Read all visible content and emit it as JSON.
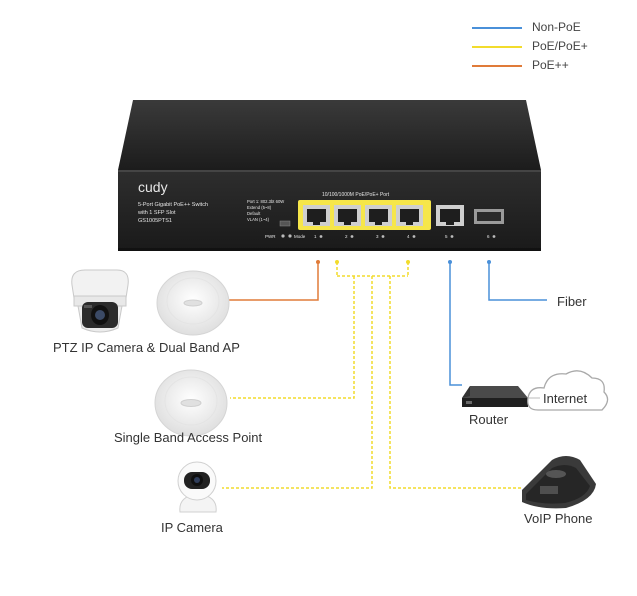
{
  "colors": {
    "non_poe": "#4a90d9",
    "poe": "#f2dc2c",
    "poe_plus_plus": "#e07b39",
    "switch_body": "#2a2a2a",
    "port_yellow": "#f6e64a"
  },
  "legend": [
    {
      "label": "Non-PoE",
      "color": "#4a90d9"
    },
    {
      "label": "PoE/PoE+",
      "color": "#f2dc2c"
    },
    {
      "label": "PoE++",
      "color": "#e07b39"
    }
  ],
  "switch": {
    "brand": "cudy",
    "model_line1": "5-Port Gigabit PoE++ Switch",
    "model_line2": "with 1 SFP Slot",
    "model_number": "GS1005PTS1",
    "port_group_label": "10/100/1000M PoE/PoE+ Port",
    "mode_line1": "Port 1: 802.3bt 60W",
    "mode_line2": "Extend (5~8)",
    "mode_line3": "Default",
    "mode_line4": "VLAN (1~4)",
    "pwr_label": "PWR",
    "mode_label": "Mode",
    "port_numbers": [
      "1",
      "2",
      "3",
      "4",
      "5",
      "6"
    ]
  },
  "devices": {
    "ptz_ap_label": "PTZ IP Camera & Dual Band AP",
    "single_ap_label": "Single Band Access Point",
    "ip_camera_label": "IP Camera",
    "router_label": "Router",
    "internet_label": "Internet",
    "fiber_label": "Fiber",
    "voip_label": "VoIP Phone"
  }
}
